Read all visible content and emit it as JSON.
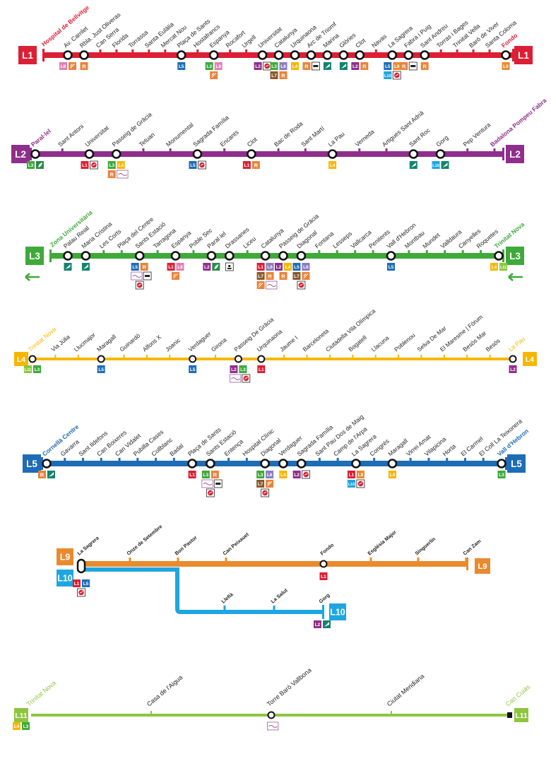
{
  "colors": {
    "L1": "#dc1f34",
    "L2": "#8f2e8c",
    "L3": "#3fa93a",
    "L4": "#f6b700",
    "L5": "#1e6cb6",
    "L6": "#8b7cbf",
    "L7": "#8a5a2b",
    "L8": "#e27fb3",
    "L9": "#ea8a2e",
    "L10": "#1ea6e2",
    "L11": "#8dc63f",
    "R": "#e8843a",
    "FGC": "#e8843a",
    "TRAM": "#12836f",
    "FUNI": "#2a8a48"
  },
  "lines": [
    {
      "id": "L1",
      "badge": "L1",
      "labelColor": "#dc1f34",
      "first": "Hospital de Bellvitge",
      "last": "Fondo",
      "stations": [
        {
          "name": "Av. Carrilet",
          "c": [
            "L8",
            "FGC"
          ]
        },
        {
          "name": "Rbla. Just Oliveras",
          "c": [
            "R"
          ]
        },
        {
          "name": "Can Serra",
          "c": []
        },
        {
          "name": "Florida",
          "c": []
        },
        {
          "name": "Torrassa",
          "c": []
        },
        {
          "name": "Santa Eulàlia",
          "c": []
        },
        {
          "name": "Mercat Nou",
          "c": []
        },
        {
          "name": "Plaça de Sants",
          "c": [
            "L5"
          ]
        },
        {
          "name": "Hostafrancs",
          "c": []
        },
        {
          "name": "Espanya",
          "c": [
            "L3",
            "L8",
            "FGC"
          ]
        },
        {
          "name": "Rocafort",
          "c": []
        },
        {
          "name": "Urgell",
          "c": []
        },
        {
          "name": "Universitat",
          "c": [
            "L2",
            "BUS"
          ]
        },
        {
          "name": "Catalunya",
          "c": [
            "L3",
            "L6",
            "L7",
            "R"
          ]
        },
        {
          "name": "Urquinaona",
          "c": [
            "L4"
          ]
        },
        {
          "name": "Arc de Triomf",
          "c": [
            "R",
            "TRAIN"
          ]
        },
        {
          "name": "Marina",
          "c": [
            "TRAM"
          ]
        },
        {
          "name": "Glòries",
          "c": [
            "TRAM"
          ]
        },
        {
          "name": "Clot",
          "c": [
            "L2",
            "R"
          ]
        },
        {
          "name": "Navas",
          "c": []
        },
        {
          "name": "La Sagrera",
          "c": [
            "L5",
            "L9",
            "L10",
            "BUS"
          ]
        },
        {
          "name": "Fabra i Puig",
          "c": [
            "R",
            "TRAIN"
          ]
        },
        {
          "name": "Sant Andreu",
          "c": [
            "R"
          ]
        },
        {
          "name": "Torras i Bages",
          "c": []
        },
        {
          "name": "Trinitat Vella",
          "c": []
        },
        {
          "name": "Baró de Viver",
          "c": []
        },
        {
          "name": "Santa Coloma",
          "c": []
        },
        {
          "name": "Fondo",
          "c": [
            "L9"
          ]
        }
      ]
    },
    {
      "id": "L2",
      "badge": "L2",
      "labelColor": "#8f2e8c",
      "first": "Paral·lel",
      "last": "Badalona Pompeu Fabra",
      "stations": [
        {
          "name": "Paral·lel",
          "c": [
            "L3",
            "FUNI"
          ]
        },
        {
          "name": "Sant Antoni",
          "c": []
        },
        {
          "name": "Universitat",
          "c": [
            "L1",
            "BUS"
          ]
        },
        {
          "name": "Passeig de Gràcia",
          "c": [
            "L3",
            "L4",
            "R",
            "RENFE"
          ]
        },
        {
          "name": "Tetuan",
          "c": []
        },
        {
          "name": "Monumental",
          "c": []
        },
        {
          "name": "Sagrada Família",
          "c": [
            "L5",
            "BUS"
          ]
        },
        {
          "name": "Encants",
          "c": []
        },
        {
          "name": "Clot",
          "c": [
            "L1",
            "R"
          ]
        },
        {
          "name": "Bac de Roda",
          "c": []
        },
        {
          "name": "Sant Martí",
          "c": []
        },
        {
          "name": "La Pau",
          "c": [
            "L4"
          ]
        },
        {
          "name": "Verneda",
          "c": []
        },
        {
          "name": "Artigues Sant Adrià",
          "c": []
        },
        {
          "name": "Sant Roc",
          "c": [
            "TRAM"
          ]
        },
        {
          "name": "Gorg",
          "c": [
            "L10",
            "TRAM"
          ]
        },
        {
          "name": "Pep Ventura",
          "c": []
        },
        {
          "name": "Badalona Pompeu Fabra",
          "c": []
        }
      ]
    },
    {
      "id": "L3",
      "badge": "L3",
      "labelColor": "#3fa93a",
      "first": "Zona Universitària",
      "last": "Trinitat Nova",
      "stations": [
        {
          "name": "Palau Reial",
          "c": [
            "TRAM"
          ]
        },
        {
          "name": "Maria Cristina",
          "c": [
            "TRAM"
          ]
        },
        {
          "name": "Les Corts",
          "c": []
        },
        {
          "name": "Plaça del Centre",
          "c": []
        },
        {
          "name": "Sants Estació",
          "c": [
            "L5",
            "R",
            "RENFE",
            "TRAIN",
            "BUS"
          ]
        },
        {
          "name": "Tarragona",
          "c": []
        },
        {
          "name": "Espanya",
          "c": [
            "L1",
            "L8",
            "FGC"
          ]
        },
        {
          "name": "Poble Sec",
          "c": []
        },
        {
          "name": "Paral·lel",
          "c": [
            "L2",
            "FUNI"
          ]
        },
        {
          "name": "Drassanes",
          "c": [
            "SHIP"
          ]
        },
        {
          "name": "Liceu",
          "c": []
        },
        {
          "name": "Catalunya",
          "c": [
            "L1",
            "L6",
            "L7",
            "FGC",
            "R",
            "RENFE"
          ]
        },
        {
          "name": "Passeig de Gràcia",
          "c": [
            "L2",
            "L4",
            "R"
          ]
        },
        {
          "name": "Diagonal",
          "c": [
            "L5",
            "L6",
            "L7",
            "FGC",
            "BUS"
          ]
        },
        {
          "name": "Fontana",
          "c": []
        },
        {
          "name": "Lesseps",
          "c": []
        },
        {
          "name": "Vallcarca",
          "c": []
        },
        {
          "name": "Penitents",
          "c": []
        },
        {
          "name": "Vall d'Hebron",
          "c": [
            "L5"
          ]
        },
        {
          "name": "Montbau",
          "c": []
        },
        {
          "name": "Mundet",
          "c": []
        },
        {
          "name": "Valldaura",
          "c": []
        },
        {
          "name": "Canyelles",
          "c": []
        },
        {
          "name": "Roquetes",
          "c": []
        },
        {
          "name": "Trinitat Nova",
          "c": [
            "L4",
            "L11"
          ]
        }
      ]
    },
    {
      "id": "L4",
      "badge": "L4",
      "labelColor": "#f6b700",
      "first": "Trinitat Nova",
      "last": "La Pau",
      "stations": [
        {
          "name": "Trinitat Nova",
          "c": [
            "L11",
            "L3"
          ]
        },
        {
          "name": "Via Júlia",
          "c": []
        },
        {
          "name": "Llucmajor",
          "c": []
        },
        {
          "name": "Maragall",
          "c": [
            "L5"
          ]
        },
        {
          "name": "Guinardó",
          "c": []
        },
        {
          "name": "Alfons X",
          "c": []
        },
        {
          "name": "Joanic",
          "c": []
        },
        {
          "name": "Verdaguer",
          "c": [
            "L5"
          ]
        },
        {
          "name": "Girona",
          "c": []
        },
        {
          "name": "Passeig De Gràcia",
          "c": [
            "L2",
            "L3",
            "RENFE",
            "BUS"
          ]
        },
        {
          "name": "Urquinaona",
          "c": [
            "L1"
          ]
        },
        {
          "name": "Jaume I",
          "c": []
        },
        {
          "name": "Barceloneta",
          "c": []
        },
        {
          "name": "Ciutadella Vila Olímpica",
          "c": []
        },
        {
          "name": "Bogatell",
          "c": []
        },
        {
          "name": "Llacuna",
          "c": []
        },
        {
          "name": "Poblenou",
          "c": []
        },
        {
          "name": "Selva De Mar",
          "c": []
        },
        {
          "name": "El Maresme | Fòrum",
          "c": []
        },
        {
          "name": "Besòs Mar",
          "c": []
        },
        {
          "name": "Besòs",
          "c": []
        },
        {
          "name": "La Pau",
          "c": [
            "L2"
          ]
        }
      ]
    },
    {
      "id": "L5",
      "badge": "L5",
      "labelColor": "#1e6cb6",
      "first": "Cornellà Centre",
      "last": "Vall d'Hebron",
      "stations": [
        {
          "name": "Cornellà Centre",
          "c": [
            "TRAM",
            "R"
          ]
        },
        {
          "name": "Gavarra",
          "c": []
        },
        {
          "name": "Sant Ildefons",
          "c": []
        },
        {
          "name": "Can Boixeres",
          "c": []
        },
        {
          "name": "Can Vidalet",
          "c": []
        },
        {
          "name": "Pubilla Cases",
          "c": []
        },
        {
          "name": "Collblanc",
          "c": []
        },
        {
          "name": "Badal",
          "c": []
        },
        {
          "name": "Plaça de Sants",
          "c": [
            "L1"
          ]
        },
        {
          "name": "Sants Estació",
          "c": [
            "L3",
            "R",
            "RENFE",
            "TRAIN",
            "BUS"
          ]
        },
        {
          "name": "Entença",
          "c": []
        },
        {
          "name": "Hospital Clínic",
          "c": []
        },
        {
          "name": "Diagonal",
          "c": [
            "L3",
            "L6",
            "L7",
            "FGC",
            "BUS"
          ]
        },
        {
          "name": "Verdaguer",
          "c": [
            "L4"
          ]
        },
        {
          "name": "Sagrada Família",
          "c": [
            "L2",
            "BUS"
          ]
        },
        {
          "name": "Sant Pau Dos de Maig",
          "c": []
        },
        {
          "name": "Camp de l'Arpa",
          "c": []
        },
        {
          "name": "La Sagrera",
          "c": [
            "L1",
            "L9",
            "L10",
            "BUS"
          ]
        },
        {
          "name": "Congrés",
          "c": []
        },
        {
          "name": "Maragall",
          "c": [
            "L4"
          ]
        },
        {
          "name": "Virrei Amat",
          "c": []
        },
        {
          "name": "Vilapicina",
          "c": []
        },
        {
          "name": "Horta",
          "c": []
        },
        {
          "name": "El Carmel",
          "c": []
        },
        {
          "name": "El Coll La Teixonera",
          "c": []
        },
        {
          "name": "Vall d'Hebron",
          "c": [
            "L3"
          ]
        }
      ]
    }
  ],
  "l9l10": {
    "badge9": "L9",
    "badge10": "L10",
    "l9": [
      {
        "name": "La Sagrera",
        "c": [
          "L1",
          "L5",
          "BUS"
        ]
      },
      {
        "name": "Onze de Setembre",
        "c": []
      },
      {
        "name": "Bon Pastor",
        "c": []
      },
      {
        "name": "Can Peixauet",
        "c": []
      },
      {
        "name": "Fondo",
        "c": [
          "L1"
        ]
      },
      {
        "name": "Església Major",
        "c": []
      },
      {
        "name": "Singuerlín",
        "c": []
      },
      {
        "name": "Can Zam",
        "c": []
      }
    ],
    "l10": [
      {
        "name": "Llefià",
        "c": []
      },
      {
        "name": "La Salut",
        "c": []
      },
      {
        "name": "Gorg",
        "c": [
          "L2",
          "TRAM"
        ]
      }
    ]
  },
  "l11": {
    "badge": "L11",
    "labelColor": "#8dc63f",
    "first": "Trinitat Nova",
    "last": "Can Cuiàs",
    "stations": [
      {
        "name": "Trinitat Nova",
        "c": [
          "L4",
          "L3"
        ]
      },
      {
        "name": "Casa de l'Aigua",
        "c": []
      },
      {
        "name": "Torre Baró Vallbona",
        "c": [
          "RENFE"
        ]
      },
      {
        "name": "Ciutat Meridiana",
        "c": []
      },
      {
        "name": "Can Cuiàs",
        "c": []
      }
    ]
  }
}
